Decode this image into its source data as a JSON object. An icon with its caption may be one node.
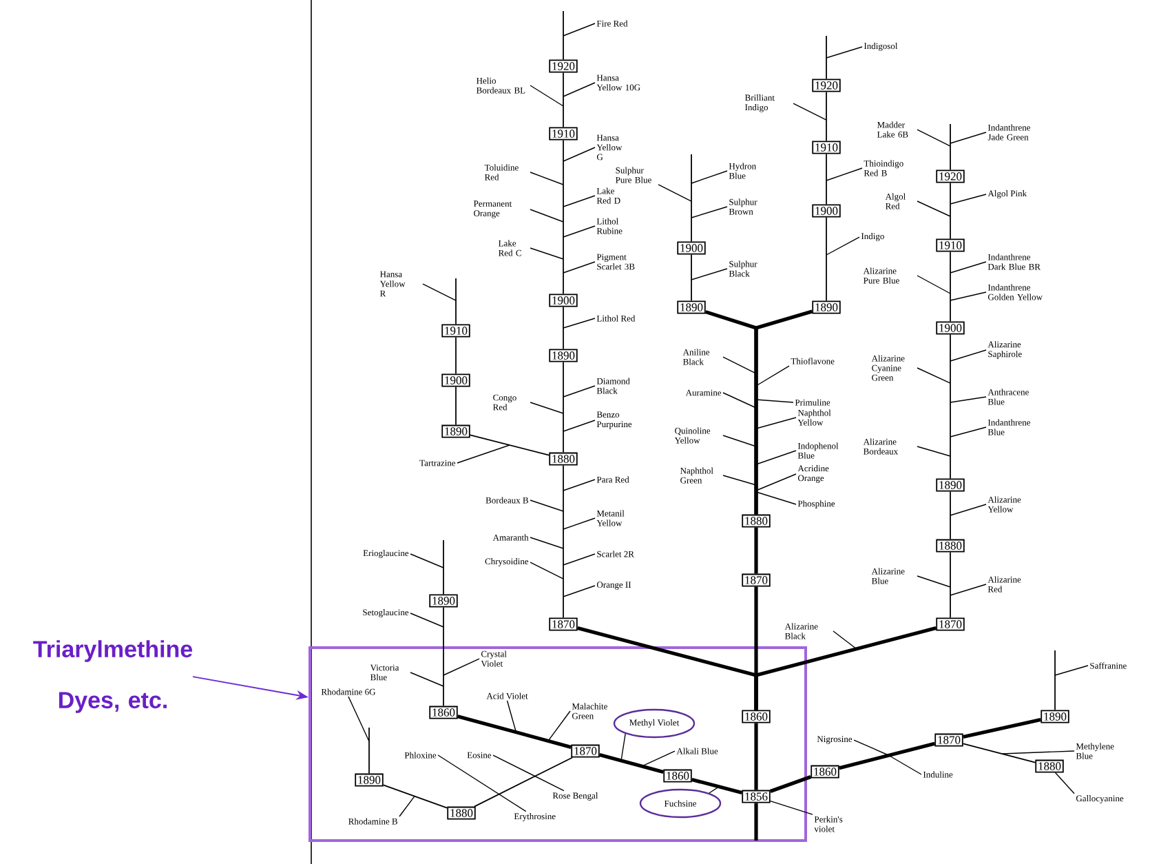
{
  "diagram": {
    "nodes": [
      {
        "text": [
          "Triarylmethine Dyes, etc."
        ]
      },
      {
        "text": [],
        "shape": "box"
      },
      {
        "text": [
          "Fire Red"
        ]
      },
      {
        "text": [
          "1920"
        ]
      },
      {
        "text": [
          "Helio Bordeaux BL"
        ]
      },
      {
        "text": [
          "Hansa Yellow 10G"
        ]
      },
      {
        "text": [
          "1910"
        ]
      },
      {
        "text": [
          "Hansa Yellow G"
        ]
      },
      {
        "text": [
          "Toluidine Red"
        ]
      },
      {
        "text": [
          "Lake Red D"
        ]
      },
      {
        "text": [
          "Permanent Orange"
        ]
      },
      {
        "text": [
          "Lithol Rubine"
        ]
      },
      {
        "text": [
          "Lake Red C"
        ]
      },
      {
        "text": [
          "Pigment Scarlet 3B"
        ]
      },
      {
        "text": [
          "1900"
        ]
      },
      {
        "text": [
          "Lithol Red"
        ]
      },
      {
        "text": [
          "1890"
        ]
      },
      {
        "text": [
          "Diamond Black"
        ]
      },
      {
        "text": [
          "Congo Red"
        ]
      },
      {
        "text": [
          "Benzo Purpurine"
        ]
      },
      {
        "text": [
          "1880"
        ]
      },
      {
        "text": [
          "Para Red"
        ]
      },
      {
        "text": [
          "Bordeaux B"
        ]
      },
      {
        "text": [
          "Metanil Yellow"
        ]
      },
      {
        "text": [
          "Amaranth"
        ]
      },
      {
        "text": [
          "Scarlet 2R"
        ]
      },
      {
        "text": [
          "Chrysoidine"
        ]
      },
      {
        "text": [
          "Orange II"
        ]
      },
      {
        "text": [
          "1870"
        ]
      },
      {
        "text": [
          "Hansa Yellow R"
        ]
      },
      {
        "text": [
          "1910"
        ]
      },
      {
        "text": [
          "1900"
        ]
      },
      {
        "text": [
          "1890"
        ]
      },
      {
        "text": [
          "Tartrazine"
        ]
      },
      {
        "text": [
          "Hydron Blue"
        ]
      },
      {
        "text": [
          "Sulphur Pure Blue"
        ]
      },
      {
        "text": [
          "Sulphur Brown"
        ]
      },
      {
        "text": [
          "1900"
        ]
      },
      {
        "text": [
          "Sulphur Black"
        ]
      },
      {
        "text": [
          "1890"
        ]
      },
      {
        "text": [
          "Indigosol"
        ]
      },
      {
        "text": [
          "1920"
        ]
      },
      {
        "text": [
          "Brilliant Indigo"
        ]
      },
      {
        "text": [
          "1910"
        ]
      },
      {
        "text": [
          "Thioindigo Red B"
        ]
      },
      {
        "text": [
          "1900"
        ]
      },
      {
        "text": [
          "Indigo"
        ]
      },
      {
        "text": [
          "1890"
        ]
      },
      {
        "text": [
          "Madder Lake 6B"
        ]
      },
      {
        "text": [
          "Indanthrene Jade Green"
        ]
      },
      {
        "text": [
          "1920"
        ]
      },
      {
        "text": [
          "Algol Red"
        ]
      },
      {
        "text": [
          "Algol Pink"
        ]
      },
      {
        "text": [
          "1910"
        ]
      },
      {
        "text": [
          "Alizarine Pure Blue"
        ]
      },
      {
        "text": [
          "Indanthrene Dark Blue BR"
        ]
      },
      {
        "text": [
          "Indanthrene Golden Yellow"
        ]
      },
      {
        "text": [
          "1900"
        ]
      },
      {
        "text": [
          "Alizarine Saphirole"
        ]
      },
      {
        "text": [
          "Alizarine Cyanine Green"
        ]
      },
      {
        "text": [
          "Anthracene Blue"
        ]
      },
      {
        "text": [
          "Indanthrene Blue"
        ]
      },
      {
        "text": [
          "Alizarine Bordeaux"
        ]
      },
      {
        "text": [
          "1890"
        ]
      },
      {
        "text": [
          "Alizarine Yellow"
        ]
      },
      {
        "text": [
          "1880"
        ]
      },
      {
        "text": [
          "Alizarine Blue"
        ]
      },
      {
        "text": [
          "Alizarine Red"
        ]
      },
      {
        "text": [
          "1870"
        ]
      },
      {
        "text": [
          "Aniline Black"
        ]
      },
      {
        "text": [
          "Thioflavone"
        ]
      },
      {
        "text": [
          "Primuline"
        ]
      },
      {
        "text": [
          "Auramine"
        ]
      },
      {
        "text": [
          "Naphthol Yellow"
        ]
      },
      {
        "text": [
          "Quinoline Yellow"
        ]
      },
      {
        "text": [
          "Indophenol Blue"
        ]
      },
      {
        "text": [
          "Naphthol Green"
        ]
      },
      {
        "text": [
          "Acridine Orange"
        ]
      },
      {
        "text": [
          "Phosphine"
        ]
      },
      {
        "text": [
          "1880"
        ]
      },
      {
        "text": [
          "1870"
        ]
      },
      {
        "text": [
          "Alizarine Black"
        ]
      },
      {
        "text": [
          "1860"
        ],
        "in": 1
      },
      {
        "text": [
          "1856"
        ],
        "in": 1
      },
      {
        "text": [
          "Perkin's violet"
        ]
      },
      {
        "text": [
          "Erioglaucine"
        ]
      },
      {
        "text": [
          "1890"
        ]
      },
      {
        "text": [
          "Setoglaucine"
        ]
      },
      {
        "text": [
          "Crystal Violet"
        ],
        "in": 1
      },
      {
        "text": [
          "Victoria Blue"
        ],
        "in": 1
      },
      {
        "text": [
          "1860"
        ],
        "in": 1
      },
      {
        "text": [
          "Acid Violet"
        ],
        "in": 1
      },
      {
        "text": [
          "Malachite Green"
        ],
        "in": 1
      },
      {
        "text": [
          "1870"
        ],
        "in": 1
      },
      {
        "text": [
          "Methyl Violet"
        ],
        "in": 1
      },
      {
        "text": [
          "Alkali Blue"
        ],
        "in": 1
      },
      {
        "text": [
          "1860"
        ],
        "in": 1
      },
      {
        "text": [
          "Fuchsine"
        ],
        "in": 1
      },
      {
        "text": [
          "Rhodamine 6G"
        ],
        "in": 1
      },
      {
        "text": [
          "1890"
        ],
        "in": 1
      },
      {
        "text": [
          "Eosine"
        ],
        "in": 1
      },
      {
        "text": [
          "Phloxine"
        ],
        "in": 1
      },
      {
        "text": [
          "Rose Bengal"
        ],
        "in": 1
      },
      {
        "text": [
          "1880"
        ],
        "in": 1
      },
      {
        "text": [
          "Rhodamine B"
        ],
        "in": 1
      },
      {
        "text": [
          "Erythrosine"
        ],
        "in": 1
      },
      {
        "text": [
          "1860"
        ]
      },
      {
        "text": [
          "Nigrosine"
        ]
      },
      {
        "text": [
          "Induline"
        ]
      },
      {
        "text": [
          "1870"
        ]
      },
      {
        "text": [
          "Saffranine"
        ]
      },
      {
        "text": [
          "1890"
        ]
      },
      {
        "text": [
          "Methylene Blue"
        ]
      },
      {
        "text": [
          "1880"
        ]
      },
      {
        "text": [
          "Gallocyanine"
        ]
      }
    ],
    "edges": [
      {
        "from": 0,
        "to": 1,
        "arrow": "to",
        "color": "#6a2ad6"
      },
      {
        "from": 3,
        "to": 6,
        "arrow": "none"
      },
      {
        "from": 6,
        "to": 14,
        "arrow": "none"
      },
      {
        "from": 14,
        "to": 16,
        "arrow": "none"
      },
      {
        "from": 16,
        "to": 20,
        "arrow": "none"
      },
      {
        "from": 20,
        "to": 28,
        "arrow": "none"
      },
      {
        "from": 30,
        "to": 31,
        "arrow": "none"
      },
      {
        "from": 31,
        "to": 32,
        "arrow": "none"
      },
      {
        "from": 32,
        "to": 20,
        "arrow": "none"
      },
      {
        "from": 37,
        "to": 39,
        "arrow": "none"
      },
      {
        "from": 41,
        "to": 43,
        "arrow": "none"
      },
      {
        "from": 43,
        "to": 45,
        "arrow": "none"
      },
      {
        "from": 45,
        "to": 47,
        "arrow": "none"
      },
      {
        "from": 50,
        "to": 53,
        "arrow": "none"
      },
      {
        "from": 53,
        "to": 57,
        "arrow": "none"
      },
      {
        "from": 57,
        "to": 63,
        "arrow": "none"
      },
      {
        "from": 63,
        "to": 65,
        "arrow": "none"
      },
      {
        "from": 65,
        "to": 68,
        "arrow": "none"
      },
      {
        "from": 83,
        "to": 82,
        "arrow": "none",
        "style": "thick"
      },
      {
        "from": 82,
        "to": 28,
        "arrow": "none",
        "style": "thick"
      },
      {
        "from": 82,
        "to": 68,
        "arrow": "none",
        "style": "thick"
      },
      {
        "from": 82,
        "to": 80,
        "arrow": "none",
        "style": "thick"
      },
      {
        "from": 80,
        "to": 79,
        "arrow": "none",
        "style": "thick"
      },
      {
        "from": 79,
        "to": 39,
        "arrow": "none",
        "style": "thick"
      },
      {
        "from": 79,
        "to": 47,
        "arrow": "none",
        "style": "thick"
      },
      {
        "from": 86,
        "to": 90,
        "arrow": "none"
      },
      {
        "from": 90,
        "to": 93,
        "arrow": "none",
        "style": "thick"
      },
      {
        "from": 93,
        "to": 96,
        "arrow": "none",
        "style": "thick"
      },
      {
        "from": 96,
        "to": 83,
        "arrow": "none",
        "style": "thick"
      },
      {
        "from": 99,
        "to": 103,
        "arrow": "none"
      },
      {
        "from": 103,
        "to": 93,
        "arrow": "none"
      },
      {
        "from": 83,
        "to": 106,
        "arrow": "none",
        "style": "thick"
      },
      {
        "from": 106,
        "to": 109,
        "arrow": "none",
        "style": "thick"
      },
      {
        "from": 109,
        "to": 111,
        "arrow": "none",
        "style": "thick"
      },
      {
        "from": 109,
        "to": 113,
        "arrow": "none"
      },
      {
        "from": null,
        "to": 3,
        "arrow": "none"
      },
      {
        "from": null,
        "to": 30,
        "arrow": "none"
      },
      {
        "from": null,
        "to": 37,
        "arrow": "none"
      },
      {
        "from": null,
        "to": 41,
        "arrow": "none"
      },
      {
        "from": null,
        "to": 50,
        "arrow": "none"
      },
      {
        "from": null,
        "to": 86,
        "arrow": "none"
      },
      {
        "from": null,
        "to": 99,
        "arrow": "none"
      },
      {
        "from": null,
        "to": 111,
        "arrow": "none"
      },
      {
        "from": 83,
        "to": null,
        "arrow": "none",
        "style": "thick"
      },
      {
        "from": 2,
        "to": null,
        "arrow": "none"
      },
      {
        "from": 4,
        "to": null,
        "arrow": "none"
      },
      {
        "from": 5,
        "to": null,
        "arrow": "none"
      },
      {
        "from": 7,
        "to": null,
        "arrow": "none"
      },
      {
        "from": 8,
        "to": null,
        "arrow": "none"
      },
      {
        "from": 9,
        "to": null,
        "arrow": "none"
      },
      {
        "from": 10,
        "to": null,
        "arrow": "none"
      },
      {
        "from": 11,
        "to": null,
        "arrow": "none"
      },
      {
        "from": 12,
        "to": null,
        "arrow": "none"
      },
      {
        "from": 13,
        "to": null,
        "arrow": "none"
      },
      {
        "from": 15,
        "to": null,
        "arrow": "none"
      },
      {
        "from": 17,
        "to": null,
        "arrow": "none"
      },
      {
        "from": 18,
        "to": null,
        "arrow": "none"
      },
      {
        "from": 19,
        "to": null,
        "arrow": "none"
      },
      {
        "from": 21,
        "to": null,
        "arrow": "none"
      },
      {
        "from": 22,
        "to": null,
        "arrow": "none"
      },
      {
        "from": 23,
        "to": null,
        "arrow": "none"
      },
      {
        "from": 24,
        "to": null,
        "arrow": "none"
      },
      {
        "from": 25,
        "to": null,
        "arrow": "none"
      },
      {
        "from": 26,
        "to": null,
        "arrow": "none"
      },
      {
        "from": 27,
        "to": null,
        "arrow": "none"
      },
      {
        "from": 29,
        "to": null,
        "arrow": "none"
      },
      {
        "from": 33,
        "to": null,
        "arrow": "none"
      },
      {
        "from": 34,
        "to": null,
        "arrow": "none"
      },
      {
        "from": 35,
        "to": null,
        "arrow": "none"
      },
      {
        "from": 36,
        "to": null,
        "arrow": "none"
      },
      {
        "from": 38,
        "to": null,
        "arrow": "none"
      },
      {
        "from": 40,
        "to": null,
        "arrow": "none"
      },
      {
        "from": 42,
        "to": null,
        "arrow": "none"
      },
      {
        "from": 44,
        "to": null,
        "arrow": "none"
      },
      {
        "from": 46,
        "to": null,
        "arrow": "none"
      },
      {
        "from": 48,
        "to": null,
        "arrow": "none"
      },
      {
        "from": 49,
        "to": null,
        "arrow": "none"
      },
      {
        "from": 51,
        "to": null,
        "arrow": "none"
      },
      {
        "from": 52,
        "to": null,
        "arrow": "none"
      },
      {
        "from": 54,
        "to": null,
        "arrow": "none"
      },
      {
        "from": 55,
        "to": null,
        "arrow": "none"
      },
      {
        "from": 56,
        "to": null,
        "arrow": "none"
      },
      {
        "from": 58,
        "to": null,
        "arrow": "none"
      },
      {
        "from": 59,
        "to": null,
        "arrow": "none"
      },
      {
        "from": 60,
        "to": null,
        "arrow": "none"
      },
      {
        "from": 61,
        "to": null,
        "arrow": "none"
      },
      {
        "from": 62,
        "to": null,
        "arrow": "none"
      },
      {
        "from": 64,
        "to": null,
        "arrow": "none"
      },
      {
        "from": 66,
        "to": null,
        "arrow": "none"
      },
      {
        "from": 67,
        "to": null,
        "arrow": "none"
      },
      {
        "from": 69,
        "to": null,
        "arrow": "none"
      },
      {
        "from": 70,
        "to": null,
        "arrow": "none"
      },
      {
        "from": 71,
        "to": null,
        "arrow": "none"
      },
      {
        "from": 72,
        "to": null,
        "arrow": "none"
      },
      {
        "from": 73,
        "to": null,
        "arrow": "none"
      },
      {
        "from": 74,
        "to": null,
        "arrow": "none"
      },
      {
        "from": 75,
        "to": null,
        "arrow": "none"
      },
      {
        "from": 76,
        "to": null,
        "arrow": "none"
      },
      {
        "from": 77,
        "to": null,
        "arrow": "none"
      },
      {
        "from": 78,
        "to": null,
        "arrow": "none"
      },
      {
        "from": 81,
        "to": null,
        "arrow": "none"
      },
      {
        "from": 84,
        "to": 83,
        "arrow": "none"
      },
      {
        "from": 85,
        "to": null,
        "arrow": "none"
      },
      {
        "from": 87,
        "to": null,
        "arrow": "none"
      },
      {
        "from": 88,
        "to": null,
        "arrow": "none"
      },
      {
        "from": 89,
        "to": null,
        "arrow": "none"
      },
      {
        "from": 91,
        "to": null,
        "arrow": "none"
      },
      {
        "from": 92,
        "to": null,
        "arrow": "none"
      },
      {
        "from": 94,
        "to": null,
        "arrow": "none"
      },
      {
        "from": 95,
        "to": null,
        "arrow": "none"
      },
      {
        "from": 97,
        "to": null,
        "arrow": "none"
      },
      {
        "from": 98,
        "to": null,
        "arrow": "none"
      },
      {
        "from": 100,
        "to": 102,
        "arrow": "none"
      },
      {
        "from": 101,
        "to": 105,
        "arrow": "none"
      },
      {
        "from": 104,
        "to": null,
        "arrow": "none"
      },
      {
        "from": 107,
        "to": null,
        "arrow": "none"
      },
      {
        "from": 108,
        "to": null,
        "arrow": "none"
      },
      {
        "from": 110,
        "to": null,
        "arrow": "none"
      },
      {
        "from": 112,
        "to": null,
        "arrow": "none"
      },
      {
        "from": 114,
        "to": 113,
        "arrow": "none"
      }
    ]
  }
}
